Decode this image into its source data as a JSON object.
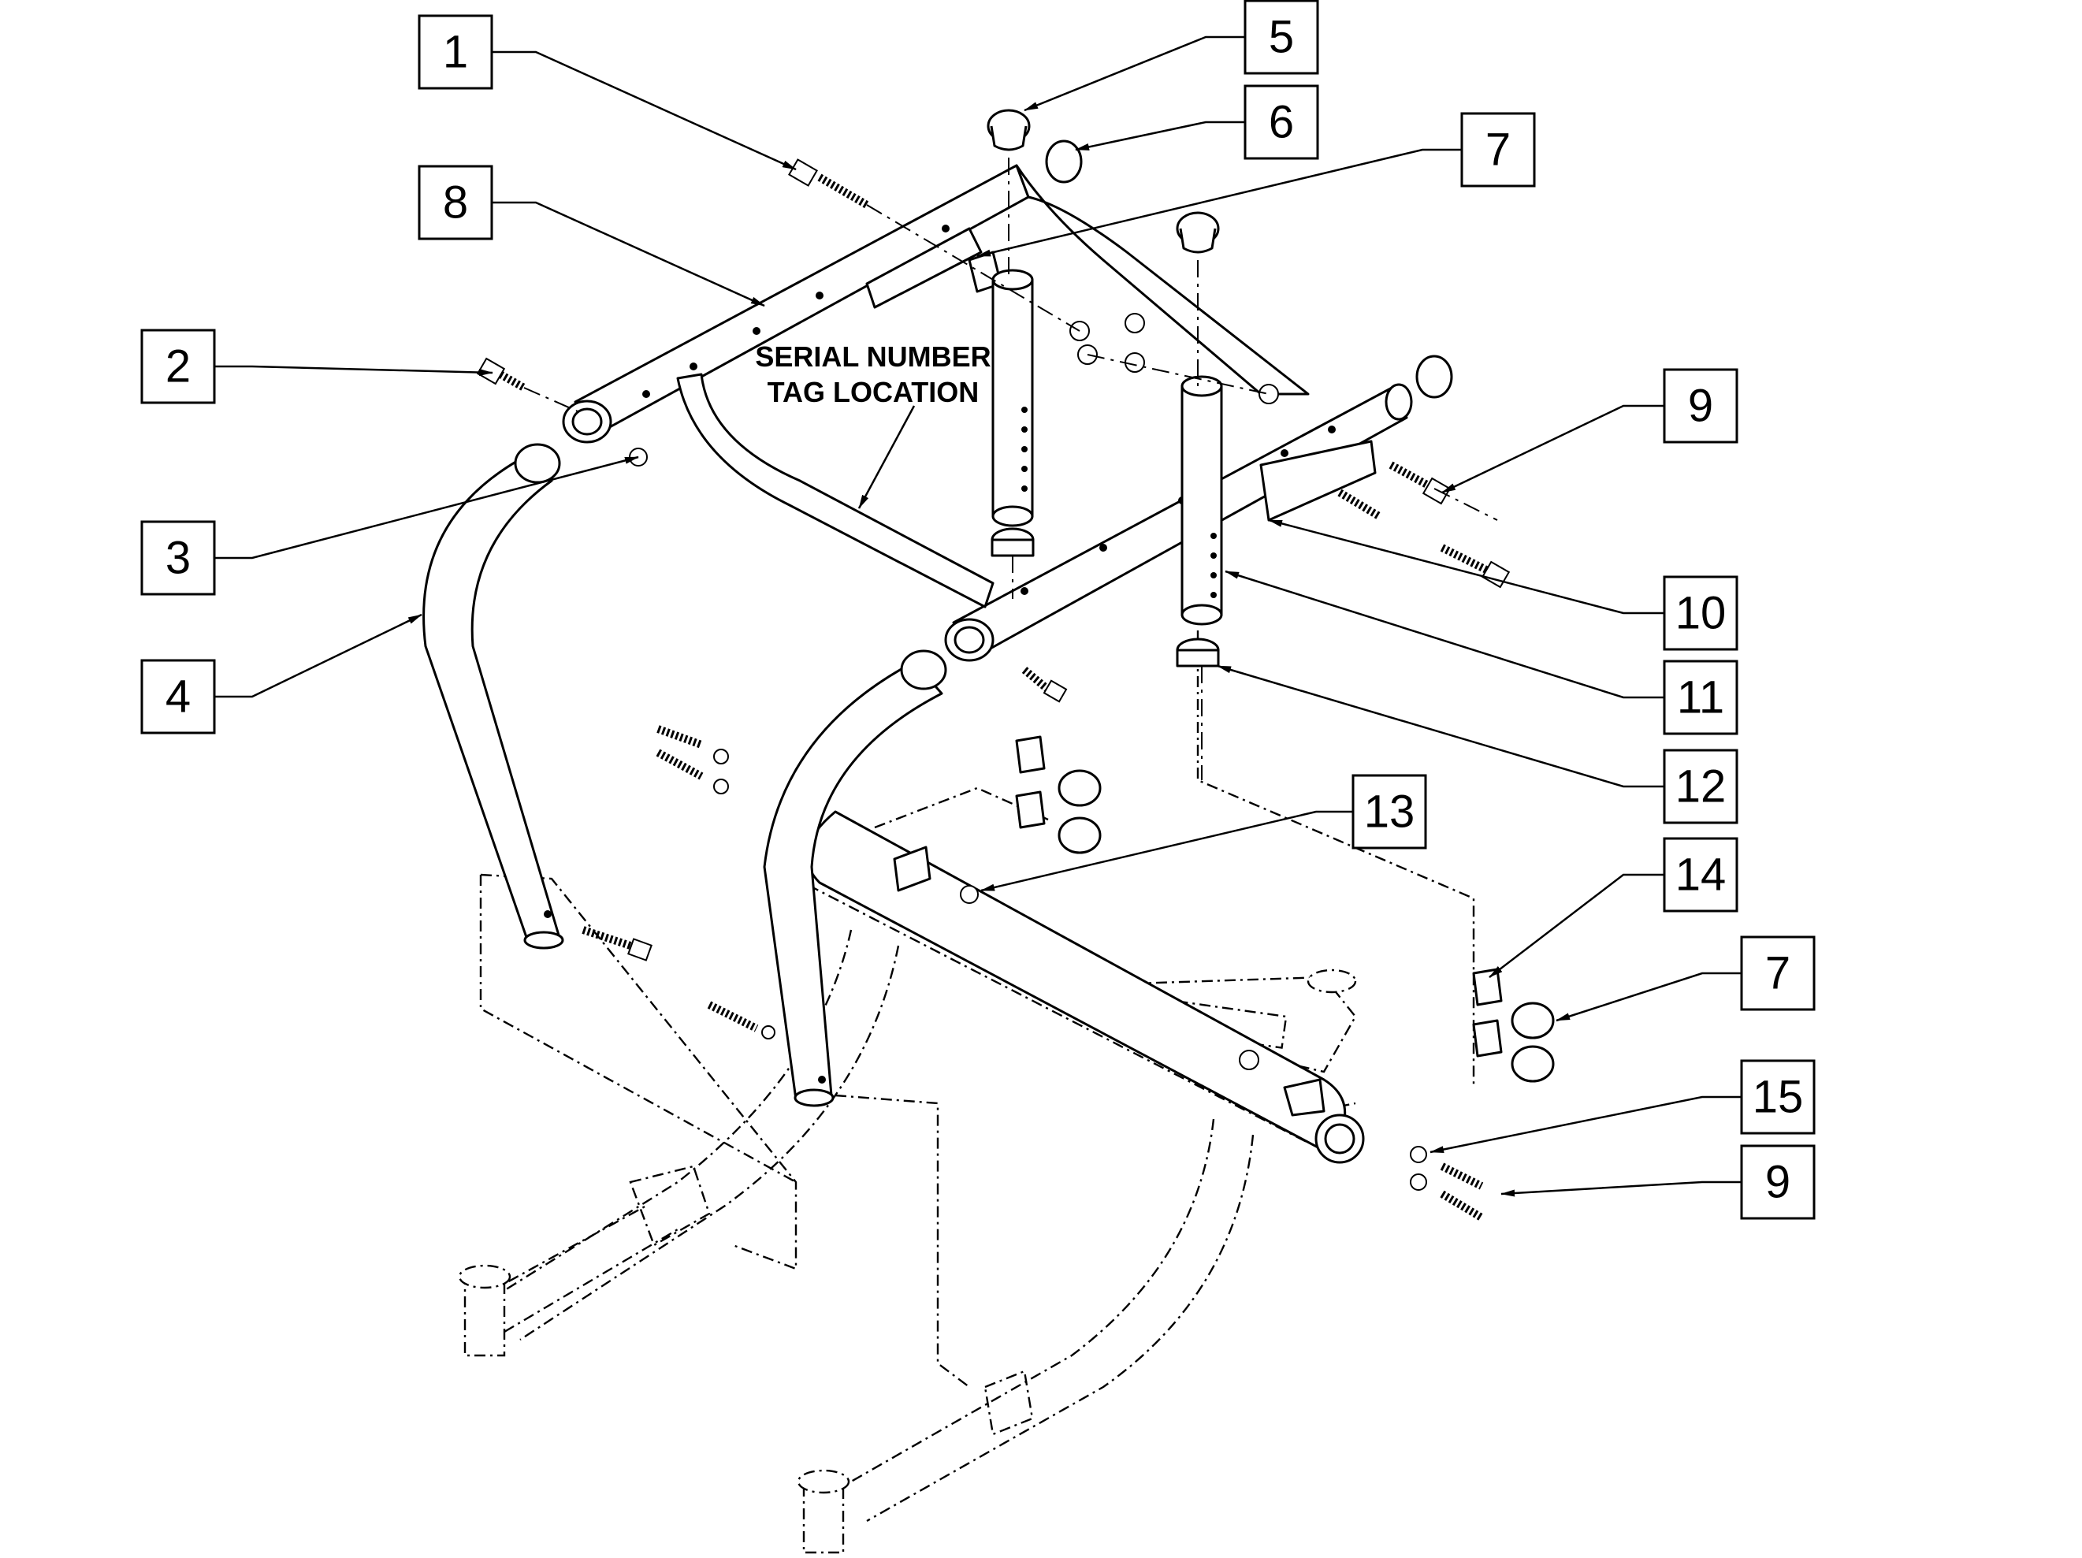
{
  "diagram": {
    "tag_label_line1": "SERIAL NUMBER",
    "tag_label_line2": "TAG LOCATION",
    "callouts": [
      {
        "id": "c1",
        "label": "1"
      },
      {
        "id": "c2",
        "label": "2"
      },
      {
        "id": "c3",
        "label": "3"
      },
      {
        "id": "c4",
        "label": "4"
      },
      {
        "id": "c5",
        "label": "5"
      },
      {
        "id": "c6",
        "label": "6"
      },
      {
        "id": "c7a",
        "label": "7"
      },
      {
        "id": "c8",
        "label": "8"
      },
      {
        "id": "c9a",
        "label": "9"
      },
      {
        "id": "c10",
        "label": "10"
      },
      {
        "id": "c11",
        "label": "11"
      },
      {
        "id": "c12",
        "label": "12"
      },
      {
        "id": "c13",
        "label": "13"
      },
      {
        "id": "c14",
        "label": "14"
      },
      {
        "id": "c7b",
        "label": "7"
      },
      {
        "id": "c15",
        "label": "15"
      },
      {
        "id": "c9b",
        "label": "9"
      }
    ]
  }
}
